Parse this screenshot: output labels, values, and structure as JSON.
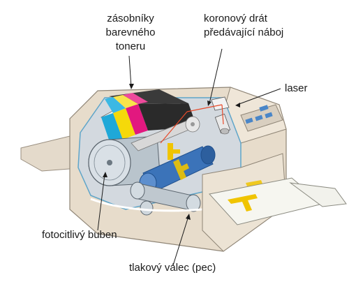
{
  "labels": {
    "toner": [
      "zásobníky",
      "barevného",
      "toneru"
    ],
    "corona": [
      "koronový drát",
      "předávající náboj"
    ],
    "laser": "laser",
    "drum": "fotocitlivý buben",
    "fuser": "tlakový válec (pec)"
  },
  "colors": {
    "toner_cyan": "#1fa8d8",
    "toner_yellow": "#f5d90a",
    "toner_magenta": "#e2187f",
    "toner_black": "#2a2a2a",
    "printer_body": "#e7dccb",
    "printer_inner": "#d3d9df",
    "drum": "#b9c4cc",
    "transfer_roller": "#3b73b9",
    "laser_beam": "#e84a2a",
    "paper": "#f6f6f0",
    "print_mark": "#f0c400",
    "control_panel": "#4a86c8"
  },
  "icons": [
    "printer-cutaway",
    "toner-cartridges",
    "photosensitive-drum",
    "transfer-roller",
    "fuser-roller",
    "laser-unit",
    "laser-beam",
    "paper-sheet",
    "control-panel"
  ]
}
